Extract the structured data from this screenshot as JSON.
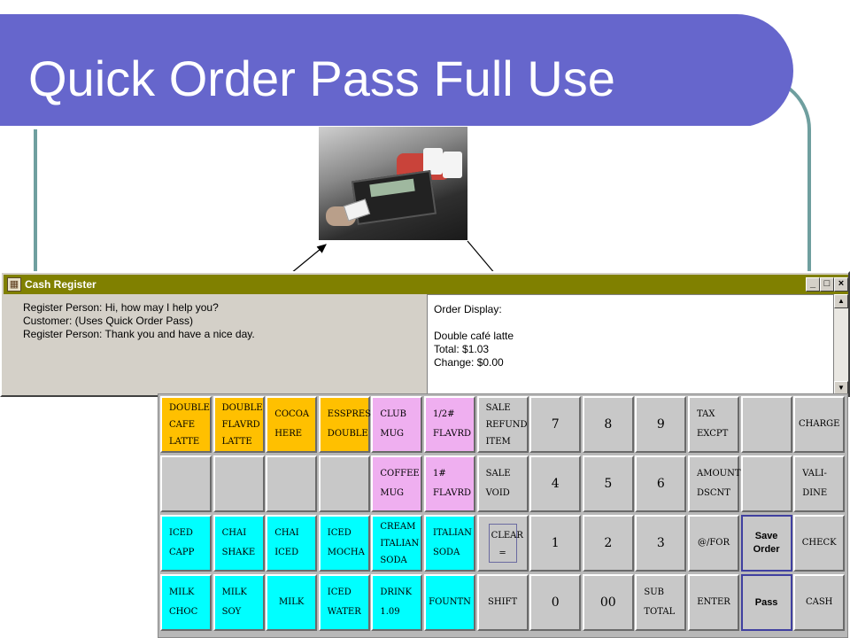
{
  "slide": {
    "title": "Quick Order Pass Full Use"
  },
  "colors": {
    "title_bar": "#6666cc",
    "window_titlebar": "#808000",
    "key_orange": "#ffc000",
    "key_pink": "#efaff0",
    "key_cyan": "#00ffff",
    "key_gray": "#c8c8c8"
  },
  "window": {
    "title": "Cash Register",
    "icon": "cash-register-icon",
    "controls": {
      "minimize": "_",
      "maximize": "□",
      "close": "×"
    }
  },
  "dialog": {
    "lines": [
      "Register Person:  Hi, how may I help you?",
      "Customer:  (Uses Quick Order Pass)",
      "Register Person:  Thank  you and have  a nice day."
    ]
  },
  "order_display": {
    "heading": "Order Display:",
    "item": "Double café latte",
    "total": "Total:  $1.03",
    "change": "Change:  $0.00"
  },
  "keypad": {
    "keys": [
      {
        "id": "double-cafe-latte",
        "lines": [
          "DOUBLE",
          "CAFE",
          "LATTE"
        ],
        "color": "orange"
      },
      {
        "id": "double-flavrd-latte",
        "lines": [
          "DOUBLE",
          "FLAVRD",
          "LATTE"
        ],
        "color": "orange"
      },
      {
        "id": "cocoa-here",
        "lines": [
          "COCOA",
          "HERE"
        ],
        "color": "orange"
      },
      {
        "id": "esspreso-double",
        "lines": [
          "ESSPRESO",
          "DOUBLE"
        ],
        "color": "orange"
      },
      {
        "id": "club-mug",
        "lines": [
          "CLUB",
          "MUG"
        ],
        "color": "pink"
      },
      {
        "id": "half-flavrd",
        "lines": [
          "1/2#",
          "FLAVRD"
        ],
        "color": "pink"
      },
      {
        "id": "sale-refund-item",
        "lines": [
          "SALE",
          "REFUND",
          "ITEM"
        ],
        "color": "gray"
      },
      {
        "id": "key-7",
        "lines": [
          "7"
        ],
        "color": "gray"
      },
      {
        "id": "key-8",
        "lines": [
          "8"
        ],
        "color": "gray"
      },
      {
        "id": "key-9",
        "lines": [
          "9"
        ],
        "color": "gray"
      },
      {
        "id": "tax-excpt",
        "lines": [
          "TAX",
          "EXCPT"
        ],
        "color": "gray"
      },
      {
        "id": "blank-r1",
        "lines": [],
        "color": "gray"
      },
      {
        "id": "charge",
        "lines": [
          "CHARGE"
        ],
        "color": "gray"
      },
      {
        "id": "blank-r2-1",
        "lines": [],
        "color": "gray"
      },
      {
        "id": "blank-r2-2",
        "lines": [],
        "color": "gray"
      },
      {
        "id": "blank-r2-3",
        "lines": [],
        "color": "gray"
      },
      {
        "id": "blank-r2-4",
        "lines": [],
        "color": "gray"
      },
      {
        "id": "coffee-mug",
        "lines": [
          "COFFEE",
          "MUG"
        ],
        "color": "pink"
      },
      {
        "id": "one-flavrd",
        "lines": [
          "1#",
          "FLAVRD"
        ],
        "color": "pink"
      },
      {
        "id": "sale-void",
        "lines": [
          "SALE",
          "VOID"
        ],
        "color": "gray"
      },
      {
        "id": "key-4",
        "lines": [
          "4"
        ],
        "color": "gray"
      },
      {
        "id": "key-5",
        "lines": [
          "5"
        ],
        "color": "gray"
      },
      {
        "id": "key-6",
        "lines": [
          "6"
        ],
        "color": "gray"
      },
      {
        "id": "amount-dscnt",
        "lines": [
          "AMOUNT",
          "DSCNT"
        ],
        "color": "gray"
      },
      {
        "id": "blank-r2-5",
        "lines": [],
        "color": "gray"
      },
      {
        "id": "vali-dine",
        "lines": [
          "VALI-",
          "DINE"
        ],
        "color": "gray"
      },
      {
        "id": "iced-capp",
        "lines": [
          "ICED",
          "CAPP"
        ],
        "color": "cyan"
      },
      {
        "id": "chai-shake",
        "lines": [
          "CHAI",
          "SHAKE"
        ],
        "color": "cyan"
      },
      {
        "id": "chai-iced",
        "lines": [
          "CHAI",
          "ICED"
        ],
        "color": "cyan"
      },
      {
        "id": "iced-mocha",
        "lines": [
          "ICED",
          "MOCHA"
        ],
        "color": "cyan"
      },
      {
        "id": "cream-italian-soda",
        "lines": [
          "CREAM",
          "ITALIAN",
          "SODA"
        ],
        "color": "cyan"
      },
      {
        "id": "italian-soda",
        "lines": [
          "ITALIAN",
          "SODA"
        ],
        "color": "cyan"
      },
      {
        "id": "clear",
        "lines": [
          "CLEAR",
          "="
        ],
        "color": "gray"
      },
      {
        "id": "key-1",
        "lines": [
          "1"
        ],
        "color": "gray"
      },
      {
        "id": "key-2",
        "lines": [
          "2"
        ],
        "color": "gray"
      },
      {
        "id": "key-3",
        "lines": [
          "3"
        ],
        "color": "gray"
      },
      {
        "id": "at-for",
        "lines": [
          "@/FOR"
        ],
        "color": "gray"
      },
      {
        "id": "save-order",
        "lines": [
          "Save",
          "Order"
        ],
        "color": "gray"
      },
      {
        "id": "check",
        "lines": [
          "CHECK"
        ],
        "color": "gray"
      },
      {
        "id": "milk-choc",
        "lines": [
          "MILK",
          "CHOC"
        ],
        "color": "cyan"
      },
      {
        "id": "milk-soy",
        "lines": [
          "MILK",
          "SOY"
        ],
        "color": "cyan"
      },
      {
        "id": "milk",
        "lines": [
          "MILK"
        ],
        "color": "cyan"
      },
      {
        "id": "iced-water",
        "lines": [
          "ICED",
          "WATER"
        ],
        "color": "cyan"
      },
      {
        "id": "drink-109",
        "lines": [
          "DRINK",
          "1.09"
        ],
        "color": "cyan"
      },
      {
        "id": "fountn",
        "lines": [
          "FOUNTN"
        ],
        "color": "cyan"
      },
      {
        "id": "shift",
        "lines": [
          "SHIFT"
        ],
        "color": "gray"
      },
      {
        "id": "key-0",
        "lines": [
          "0"
        ],
        "color": "gray"
      },
      {
        "id": "key-00",
        "lines": [
          "00"
        ],
        "color": "gray"
      },
      {
        "id": "sub-total",
        "lines": [
          "SUB",
          "TOTAL"
        ],
        "color": "gray"
      },
      {
        "id": "enter",
        "lines": [
          "ENTER"
        ],
        "color": "gray"
      },
      {
        "id": "pass",
        "lines": [
          "Pass"
        ],
        "color": "gray"
      },
      {
        "id": "cash",
        "lines": [
          "CASH"
        ],
        "color": "gray"
      }
    ]
  }
}
